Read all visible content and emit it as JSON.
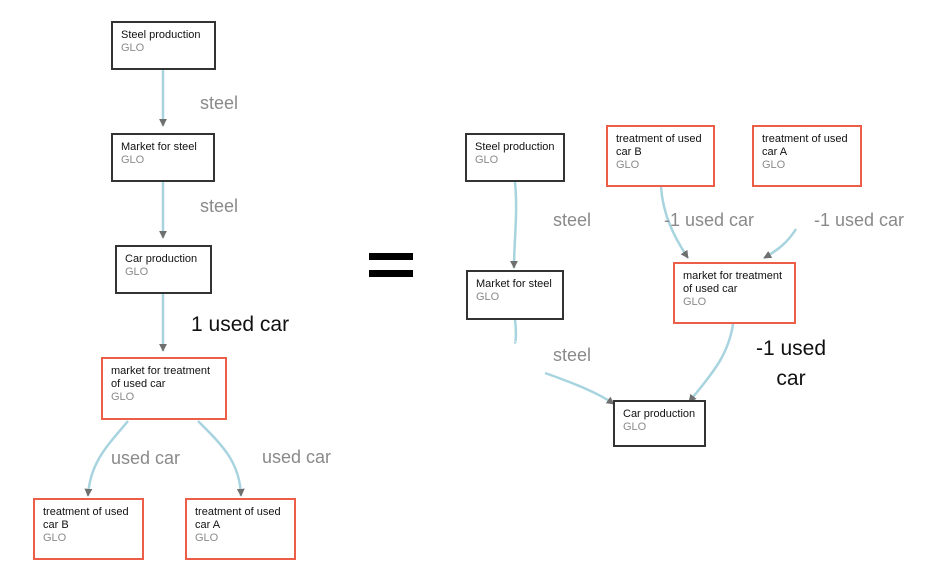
{
  "left_diagram": {
    "nodes": {
      "steel_production": {
        "title": "Steel production",
        "location": "GLO"
      },
      "market_for_steel": {
        "title": "Market for steel",
        "location": "GLO"
      },
      "car_production": {
        "title": "Car production",
        "location": "GLO"
      },
      "market_treatment": {
        "title": "market for treatment of used car",
        "location": "GLO"
      },
      "treatment_b": {
        "title": "treatment of used car B",
        "location": "GLO"
      },
      "treatment_a": {
        "title": "treatment of used car A",
        "location": "GLO"
      }
    },
    "edge_labels": {
      "steel_1": "steel",
      "steel_2": "steel",
      "used_car_1": "1 used car",
      "used_car_b": "used car",
      "used_car_a": "used car"
    }
  },
  "right_diagram": {
    "nodes": {
      "steel_production": {
        "title": "Steel production",
        "location": "GLO"
      },
      "market_for_steel": {
        "title": "Market for steel",
        "location": "GLO"
      },
      "treatment_b": {
        "title": "treatment of used car B",
        "location": "GLO"
      },
      "treatment_a": {
        "title": "treatment of used car A",
        "location": "GLO"
      },
      "market_treatment": {
        "title": "market for treatment of used car",
        "location": "GLO"
      },
      "car_production": {
        "title": "Car production",
        "location": "GLO"
      }
    },
    "edge_labels": {
      "steel_1": "steel",
      "steel_2": "steel",
      "neg_b": "-1 used car",
      "neg_a": "-1 used car",
      "neg_total": "-1 used car"
    }
  },
  "colors": {
    "edge": "#a8d4df",
    "arrowhead": "#6f6f6f",
    "process_border": "#333333",
    "treatment_border": "#ec5e48"
  }
}
